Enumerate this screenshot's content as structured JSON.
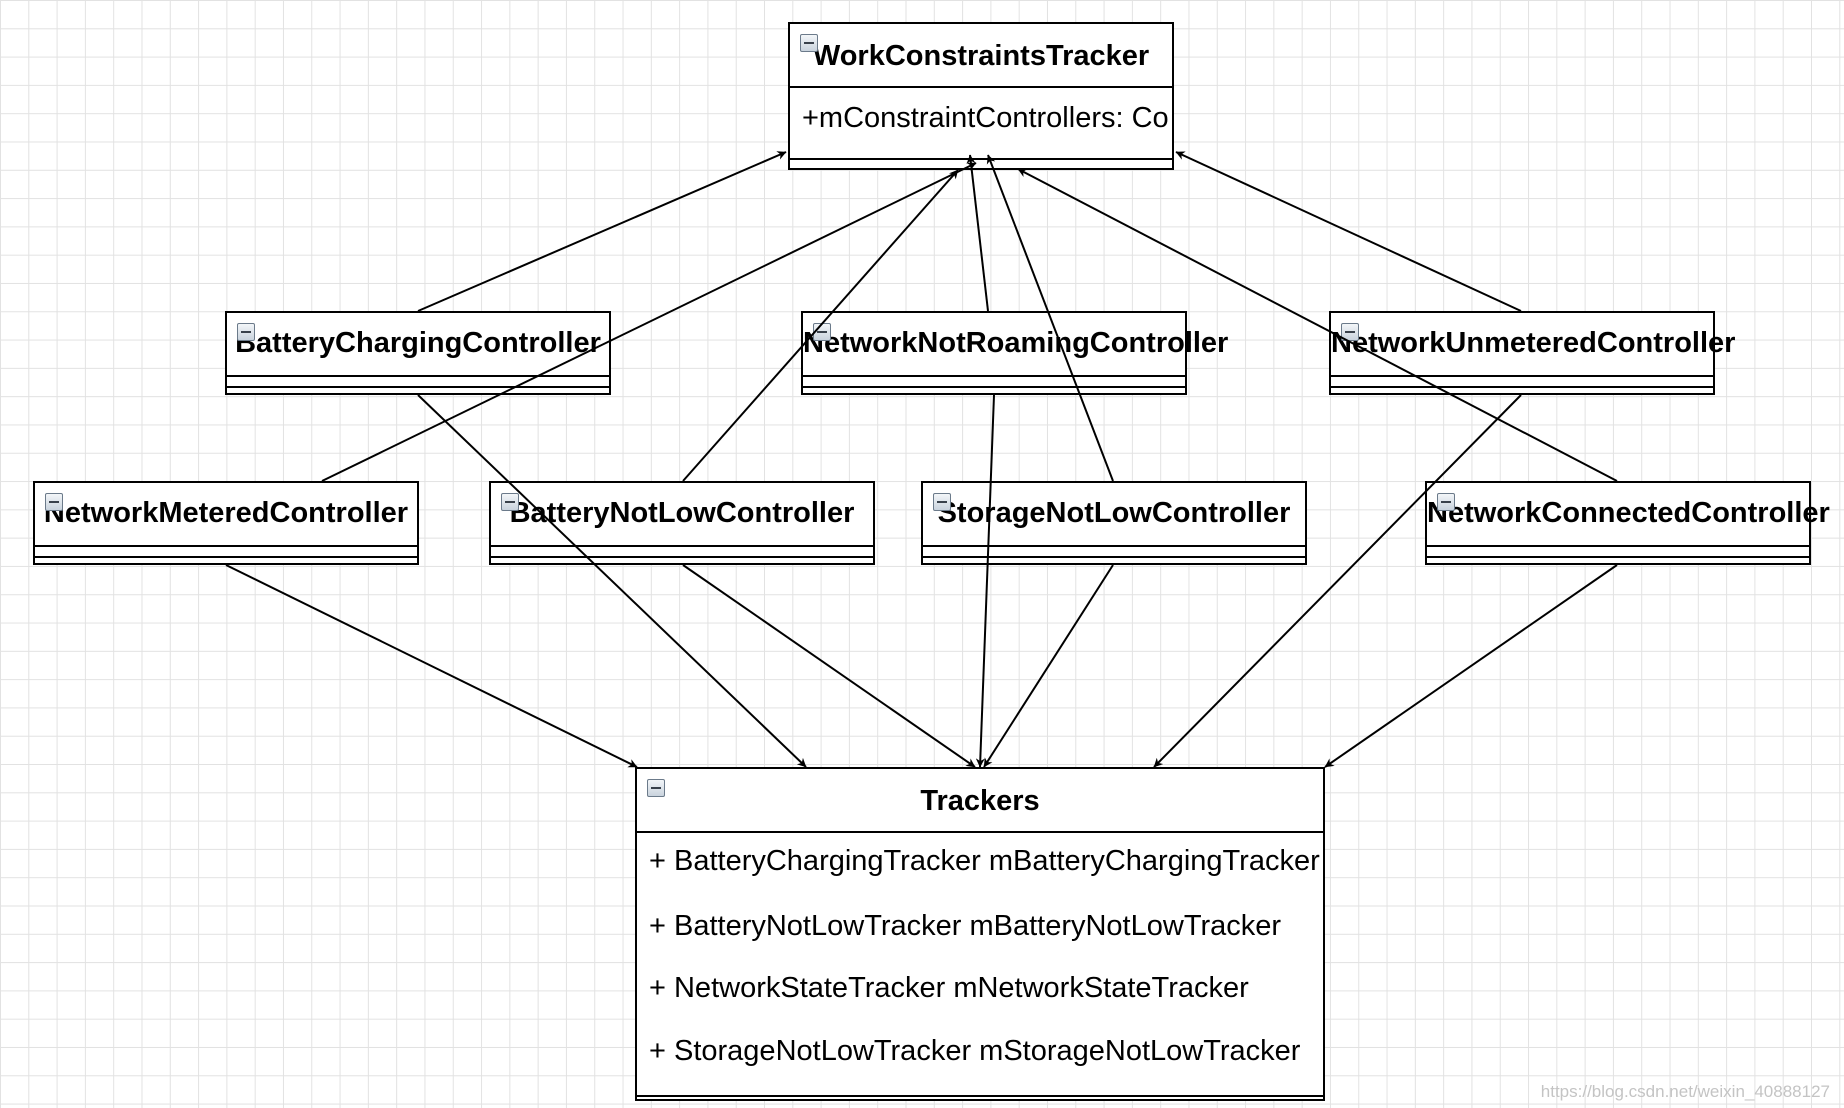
{
  "tracker": {
    "name": "WorkConstraintsTracker",
    "attribute": "+mConstraintControllers: Co"
  },
  "controllers": [
    "BatteryChargingController",
    "NetworkNotRoamingController",
    "NetworkUnmeteredController",
    "NetworkMeteredController",
    "BatteryNotLowController",
    "StorageNotLowController",
    "NetworkConnectedController"
  ],
  "trackers": {
    "name": "Trackers",
    "attributes": [
      "+ BatteryChargingTracker mBatteryChargingTracker",
      "+ BatteryNotLowTracker mBatteryNotLowTracker",
      "+ NetworkStateTracker mNetworkStateTracker",
      "+ StorageNotLowTracker mStorageNotLowTracker"
    ]
  },
  "watermark": "https://blog.csdn.net/weixin_40888127",
  "colors": {
    "line": "#000000",
    "grid": "#e2e2e2"
  }
}
